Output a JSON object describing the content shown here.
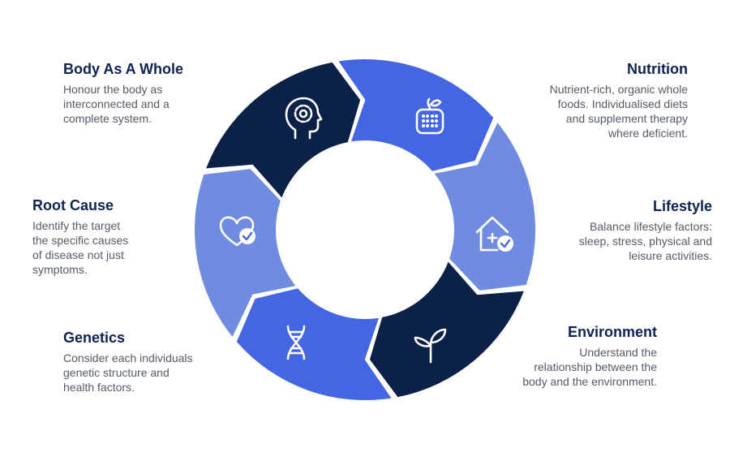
{
  "colors": {
    "navy": "#0c2147",
    "royal": "#4566e2",
    "periwinkle": "#6f8ce0",
    "title_text": "#0e2350",
    "body_text": "#555b66"
  },
  "segments": [
    {
      "id": "nutrition",
      "color": "navy",
      "icon": "apple-calendar-icon"
    },
    {
      "id": "lifestyle",
      "color": "royal",
      "icon": "home-medical-check-icon"
    },
    {
      "id": "environment",
      "color": "periwinkle",
      "icon": "sprout-icon"
    },
    {
      "id": "genetics",
      "color": "navy",
      "icon": "dna-icon"
    },
    {
      "id": "root-cause",
      "color": "royal",
      "icon": "heart-check-icon"
    },
    {
      "id": "body-as-a-whole",
      "color": "periwinkle",
      "icon": "head-gear-icon"
    }
  ],
  "labels": {
    "nutrition": {
      "title": "Nutrition",
      "lines": [
        "Nutrient-rich, organic whole",
        "foods. Individualised diets",
        "and supplement therapy",
        "where deficient."
      ]
    },
    "lifestyle": {
      "title": "Lifestyle",
      "lines": [
        "Balance lifestyle factors:",
        "sleep, stress, physical and",
        "leisure activities."
      ]
    },
    "environment": {
      "title": "Environment",
      "lines": [
        "Understand the",
        "relationship between the",
        "body and the environment."
      ]
    },
    "genetics": {
      "title": "Genetics",
      "lines": [
        "Consider each individuals",
        "genetic structure and",
        "health factors."
      ]
    },
    "root_cause": {
      "title": "Root Cause",
      "lines": [
        "Identify the target",
        "the specific causes",
        "of disease not just",
        "symptoms."
      ]
    },
    "body_as_a_whole": {
      "title": "Body As A Whole",
      "lines": [
        "Honour the body as",
        "interconnected and a",
        "complete system."
      ]
    }
  }
}
